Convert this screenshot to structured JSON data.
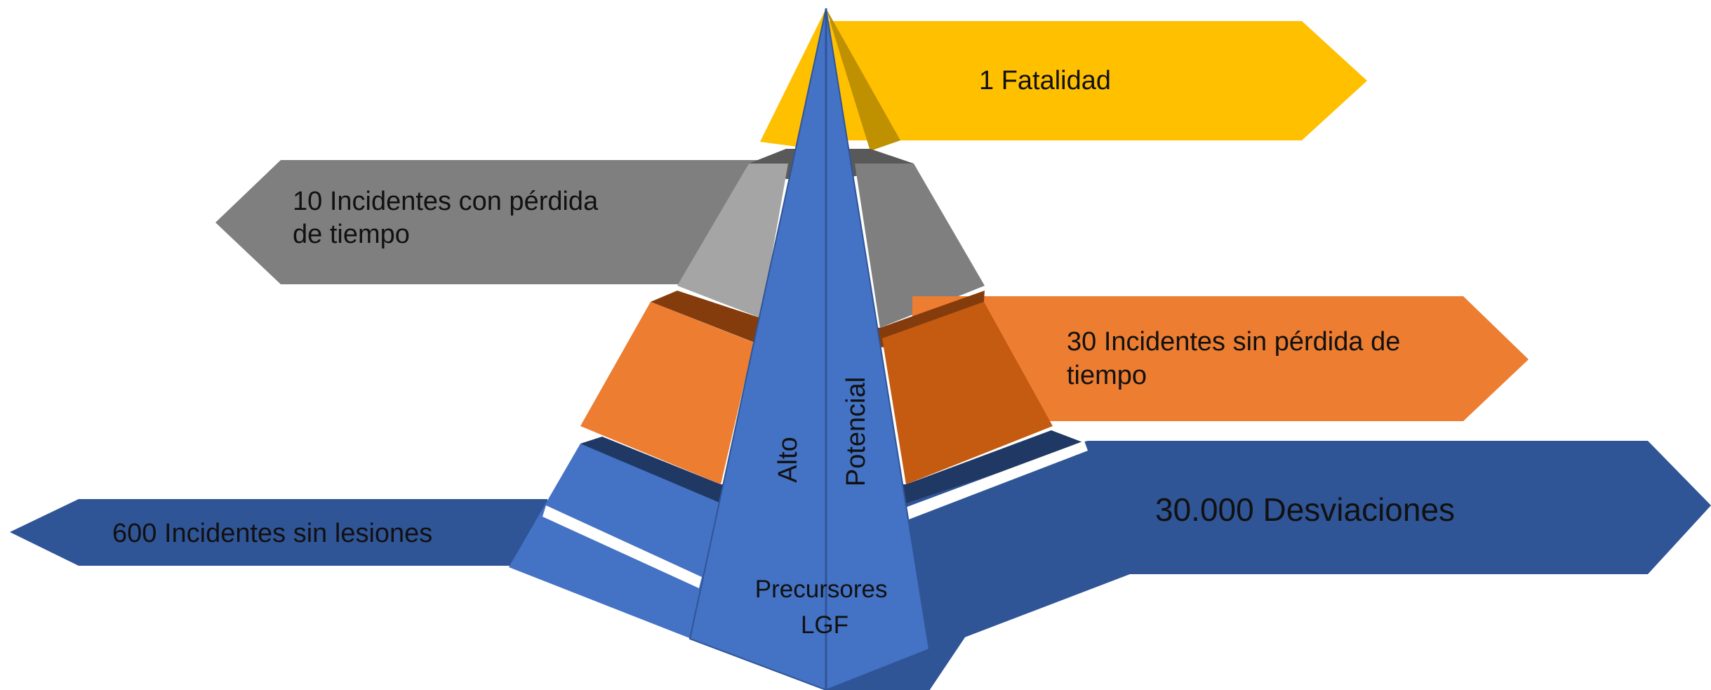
{
  "levels": [
    {
      "label_lines": [
        "1 Fatalidad"
      ],
      "color": "#FFC000"
    },
    {
      "label_lines": [
        "10 Incidentes con pérdida",
        "de tiempo"
      ],
      "color": "#7F7F7F"
    },
    {
      "label_lines": [
        "30 Incidentes sin pérdida de",
        "tiempo"
      ],
      "color": "#ED7D31"
    },
    {
      "label_lines": [
        "600 Incidentes sin lesiones"
      ],
      "color": "#2F5597"
    },
    {
      "label_lines": [
        "30.000 Desviaciones"
      ],
      "color": "#2F5597"
    }
  ],
  "precursor": {
    "left_label": "Alto",
    "right_label": "Potencial",
    "bottom_lines": [
      "Precursores",
      "LGF"
    ],
    "color": "#4472C4"
  }
}
